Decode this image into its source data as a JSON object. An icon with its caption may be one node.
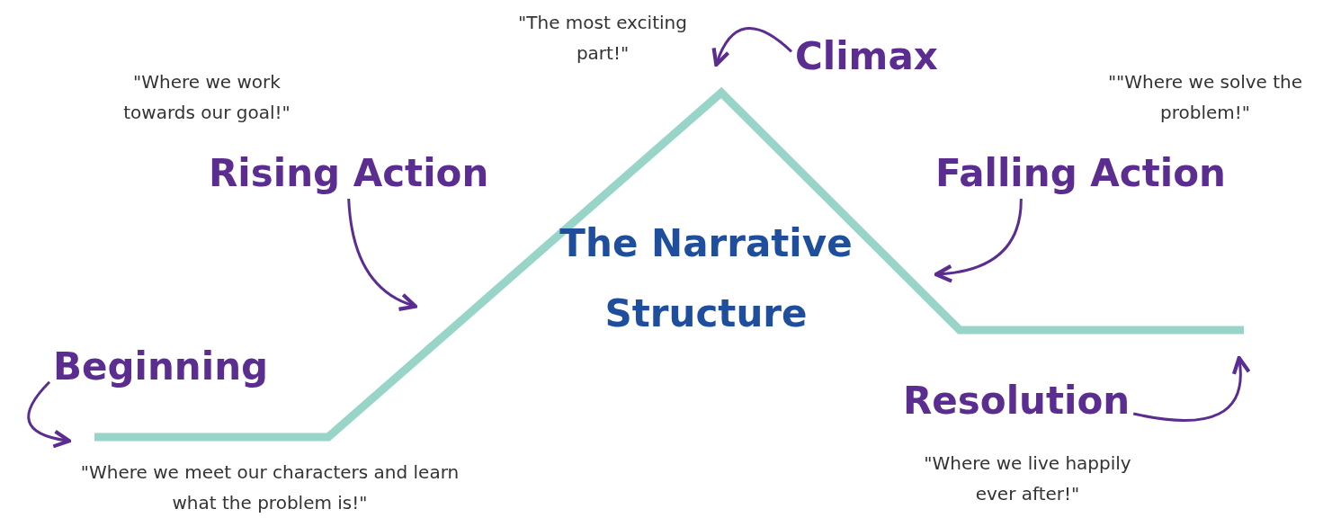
{
  "diagram": {
    "title": "The Narrative Structure",
    "nodes": [
      {
        "text": [
          "Beginning"
        ]
      },
      {
        "text": [
          "Rising Action"
        ]
      },
      {
        "text": [
          "Climax"
        ]
      },
      {
        "text": [
          "Falling Action"
        ]
      },
      {
        "text": [
          "Resolution"
        ]
      }
    ],
    "edges": [
      {
        "from": 0,
        "to": null,
        "arrow": "to"
      },
      {
        "from": 1,
        "to": null,
        "arrow": "to"
      },
      {
        "from": 2,
        "to": null,
        "arrow": "to"
      },
      {
        "from": 3,
        "to": null,
        "arrow": "to"
      },
      {
        "from": 4,
        "to": null,
        "arrow": "to"
      }
    ],
    "labels": [
      "\"The most exciting part!\"",
      "\"Where we work towards our goal!\"",
      "\"\"Where we solve the problem!\"",
      "\"Where we meet our characters and learn what the problem is!\"",
      "\"Where we live happily ever after!\""
    ]
  }
}
